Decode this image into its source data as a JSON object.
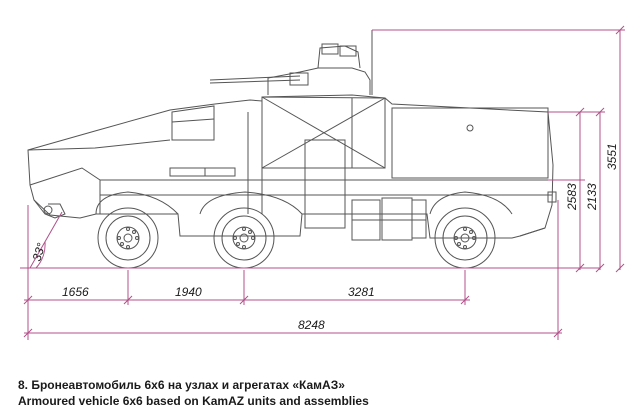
{
  "dimensions": {
    "front_overhang": "1656",
    "wheelbase_1_2": "1940",
    "wheelbase_2_3": "3281",
    "overall_length": "8248",
    "hull_height": "2583",
    "body_height": "2133",
    "total_height": "3551",
    "approach_angle": "33°"
  },
  "caption": {
    "russian": "8. Бронеавтомобиль 6х6 на узлах и агрегатах «КамАЗ»",
    "english": "Armoured vehicle 6x6 based on KamAZ units and assemblies"
  },
  "colors": {
    "drawing_line": "#555555",
    "dimension_line": "#b0508a",
    "background": "#ffffff"
  }
}
